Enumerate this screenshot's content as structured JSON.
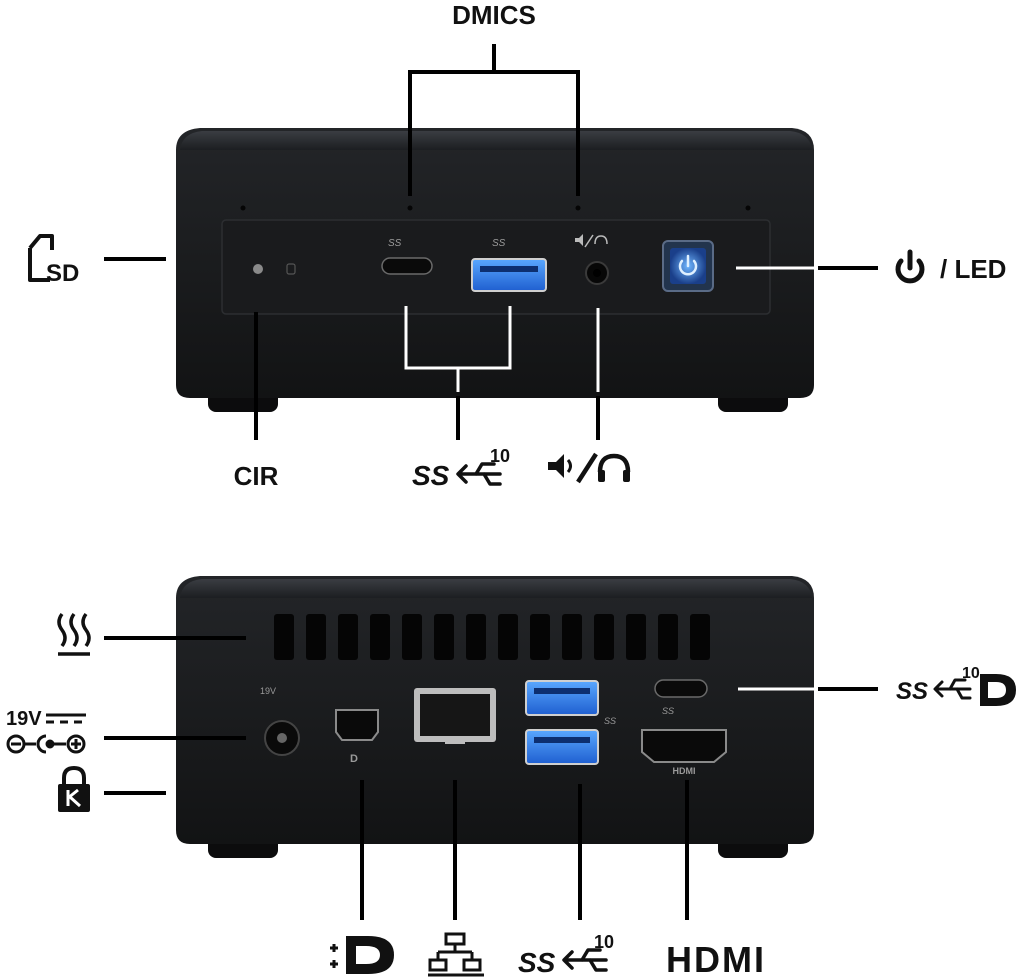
{
  "front": {
    "dmics_label": "DMICS",
    "sd_label": "SD",
    "cir_label": "CIR",
    "power_led_label": "/ LED",
    "usb_speed": "10",
    "usb_ss": "SS"
  },
  "rear": {
    "voltage_label": "19V",
    "rear_panel_voltage": "19V",
    "hdmi_label": "HDMI",
    "hdmi_panel_label": "HDMI",
    "usb_speed": "10",
    "usb_ss": "SS"
  }
}
